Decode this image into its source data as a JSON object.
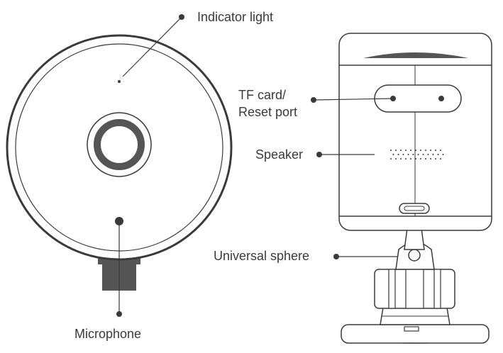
{
  "colors": {
    "outline": "#3a3a3a",
    "dark": "#555555",
    "shade": "#8a8a8a",
    "text": "#3a3a3a"
  },
  "labels": {
    "indicator_light": "Indicator light",
    "tf_card_line1": "TF card/",
    "tf_card_line2": "Reset port",
    "speaker": "Speaker",
    "universal_sphere": "Universal sphere",
    "microphone": "Microphone"
  }
}
